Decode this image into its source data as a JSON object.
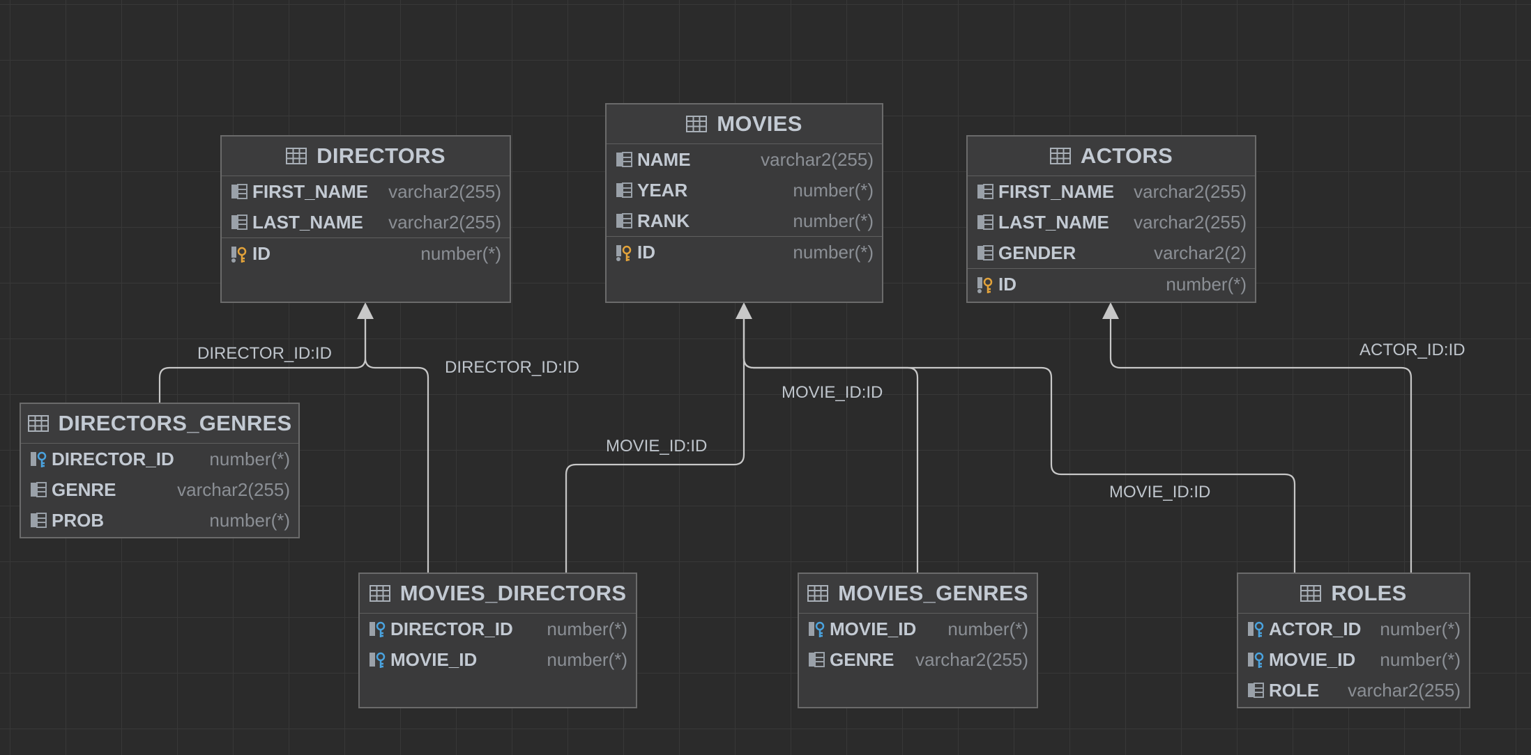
{
  "entities": {
    "directors": {
      "name": "DIRECTORS",
      "columns": [
        {
          "name": "FIRST_NAME",
          "type": "varchar2(255)"
        },
        {
          "name": "LAST_NAME",
          "type": "varchar2(255)"
        }
      ],
      "pk": {
        "name": "ID",
        "type": "number(*)"
      }
    },
    "movies": {
      "name": "MOVIES",
      "columns": [
        {
          "name": "NAME",
          "type": "varchar2(255)"
        },
        {
          "name": "YEAR",
          "type": "number(*)"
        },
        {
          "name": "RANK",
          "type": "number(*)"
        }
      ],
      "pk": {
        "name": "ID",
        "type": "number(*)"
      }
    },
    "actors": {
      "name": "ACTORS",
      "columns": [
        {
          "name": "FIRST_NAME",
          "type": "varchar2(255)"
        },
        {
          "name": "LAST_NAME",
          "type": "varchar2(255)"
        },
        {
          "name": "GENDER",
          "type": "varchar2(2)"
        }
      ],
      "pk": {
        "name": "ID",
        "type": "number(*)"
      }
    },
    "directors_genres": {
      "name": "DIRECTORS_GENRES",
      "columns": [
        {
          "name": "DIRECTOR_ID",
          "type": "number(*)",
          "fk": true
        },
        {
          "name": "GENRE",
          "type": "varchar2(255)"
        },
        {
          "name": "PROB",
          "type": "number(*)"
        }
      ]
    },
    "movies_directors": {
      "name": "MOVIES_DIRECTORS",
      "columns": [
        {
          "name": "DIRECTOR_ID",
          "type": "number(*)",
          "fk": true
        },
        {
          "name": "MOVIE_ID",
          "type": "number(*)",
          "fk": true
        }
      ]
    },
    "movies_genres": {
      "name": "MOVIES_GENRES",
      "columns": [
        {
          "name": "MOVIE_ID",
          "type": "number(*)",
          "fk": true
        },
        {
          "name": "GENRE",
          "type": "varchar2(255)"
        }
      ]
    },
    "roles": {
      "name": "ROLES",
      "columns": [
        {
          "name": "ACTOR_ID",
          "type": "number(*)",
          "fk": true
        },
        {
          "name": "MOVIE_ID",
          "type": "number(*)",
          "fk": true
        },
        {
          "name": "ROLE",
          "type": "varchar2(255)"
        }
      ]
    }
  },
  "relations": [
    {
      "from": "DIRECTORS_GENRES",
      "to": "DIRECTORS",
      "label": "DIRECTOR_ID:ID"
    },
    {
      "from": "MOVIES_DIRECTORS",
      "to": "DIRECTORS",
      "label": "DIRECTOR_ID:ID"
    },
    {
      "from": "MOVIES_DIRECTORS",
      "to": "MOVIES",
      "label": "MOVIE_ID:ID"
    },
    {
      "from": "MOVIES_GENRES",
      "to": "MOVIES",
      "label": "MOVIE_ID:ID"
    },
    {
      "from": "ROLES",
      "to": "MOVIES",
      "label": "MOVIE_ID:ID"
    },
    {
      "from": "ROLES",
      "to": "ACTORS",
      "label": "ACTOR_ID:ID"
    }
  ],
  "colors": {
    "background": "#2b2b2b",
    "grid": "#383838",
    "table_fill": "#3a3a3b",
    "table_border": "#6b6b6b",
    "text": "#c3cad3",
    "type_text": "#8b8f95",
    "edge": "#c8c8c8",
    "pk_key": "#e3a33a",
    "fk_key": "#4aa3df"
  },
  "icons": {
    "table": "table-icon",
    "column": "column-icon",
    "primary_key": "primary-key-icon",
    "foreign_key": "foreign-key-icon"
  }
}
